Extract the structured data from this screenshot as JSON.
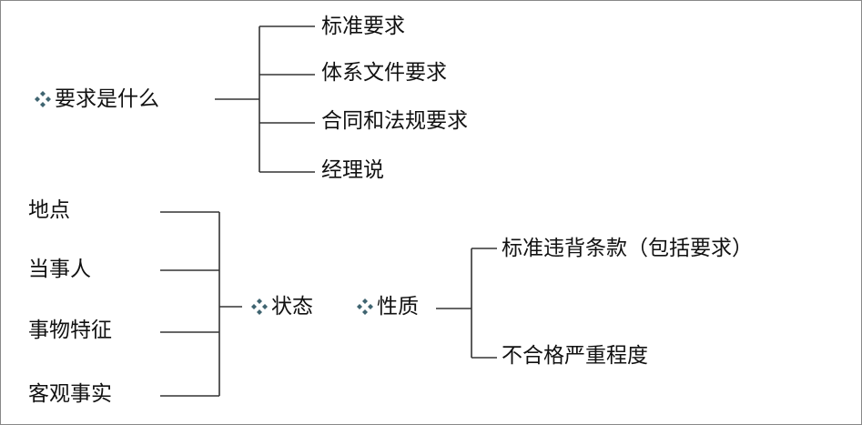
{
  "diamond_color": "#3f6470",
  "line_color": "#333333",
  "requirement": {
    "label": "要求是什么",
    "children": [
      "标准要求",
      "体系文件要求",
      "合同和法规要求",
      "经理说"
    ]
  },
  "facts": [
    "地点",
    "当事人",
    "事物特征",
    "客观事实"
  ],
  "state": {
    "label": "状态"
  },
  "nature": {
    "label": "性质",
    "children": [
      "标准违背条款（包括要求）",
      "不合格严重程度"
    ]
  }
}
